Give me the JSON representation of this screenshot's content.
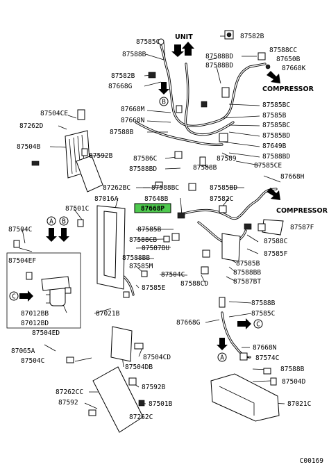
{
  "labels": {
    "p87585C_top": "87585C",
    "p87588B_top": "87588B",
    "p87582B_left": "87582B",
    "p87668G_top": "87668G",
    "p87582B_right": "87582B",
    "p87588CC": "87588CC",
    "p87588BD_a": "87588BD",
    "p87588BD_b": "87588BD",
    "p87650B": "87650B",
    "p87668K": "87668K",
    "p87585BC": "87585BC",
    "p87585B_a": "87585B",
    "p87585BC_b": "87585BC",
    "p87585BD": "87585BD",
    "p87649B": "87649B",
    "p87588BD_c": "87588BD",
    "p87585CE": "87585CE",
    "p87668M": "87668M",
    "p87668N": "87668N",
    "p87588B_mid": "87588B",
    "p87504CE": "87504CE",
    "p87262D": "87262D",
    "p87504B": "87504B",
    "p87592B_top": "87592B",
    "p87586C": "87586C",
    "p87589": "87589",
    "p87588BD_d": "87588BD",
    "p87588B_mid2": "87588B",
    "p87262BC": "87262BC",
    "p87588BC": "87588BC",
    "p87585BD_b": "87585BD",
    "p87668H": "87668H",
    "p87016A": "87016A",
    "p87648B": "87648B",
    "p87582C": "87582C",
    "p87501C": "87501C",
    "p87668P": "87668P",
    "p87585B_b": "87585B",
    "p87588CB": "87588CB",
    "p87587F": "87587F",
    "p87587BU": "87587BU",
    "p87588C": "87588C",
    "p87504C_left": "87504C",
    "p87588BB_a": "87588BB",
    "p87585M": "87585M",
    "p87585F": "87585F",
    "p87504EF": "87504EF",
    "p87504C_mid": "87504C",
    "p87585B_c": "87585B",
    "p87588BB_b": "87588BB",
    "p87585E": "87585E",
    "p87588CD": "87588CD",
    "p87587BT": "87587BT",
    "p87012BB": "87012BB",
    "p87012BD": "87012BD",
    "p87504ED": "87504ED",
    "p87021B": "87021B",
    "p87588B_low": "87588B",
    "p87585C_low": "87585C",
    "p87668G_low": "87668G",
    "p87668N_low": "87668N",
    "p87065A": "87065A",
    "p87504C_bl": "87504C",
    "p87504CD": "87504CD",
    "p87504DB": "87504DB",
    "p87574C": "87574C",
    "p87588B_bot": "87588B",
    "p87504D": "87504D",
    "p87262CC": "87262CC",
    "p87592B_bot": "87592B",
    "p87592": "87592",
    "p87501B": "87501B",
    "p87262C": "87262C",
    "p87021C": "87021C"
  },
  "callouts": {
    "unit": "UNIT",
    "compressor_top": "COMPRESSOR",
    "compressor_mid": "COMPRESSOR",
    "ref_A": "A",
    "ref_B": "B",
    "ref_C": "C",
    "diagram_code": "C00169"
  },
  "colors": {
    "highlight": "#4ec94e",
    "ink": "#000000",
    "paper": "#ffffff"
  }
}
